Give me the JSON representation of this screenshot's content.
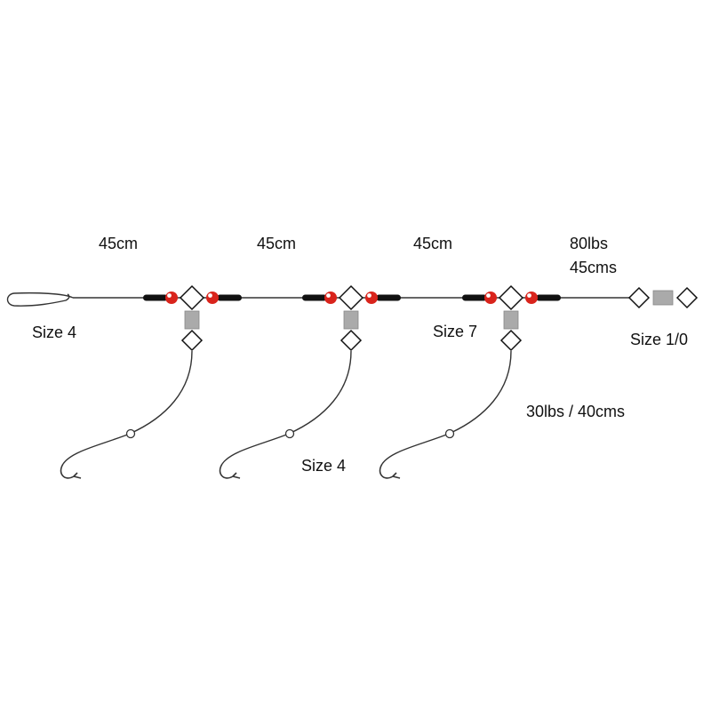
{
  "labels": {
    "dropper1_length": "45cm",
    "dropper2_length": "45cm",
    "dropper3_length": "45cm",
    "mainline_strength": "80lbs",
    "mainline_length": "45cms",
    "clip_size": "Size 4",
    "swivel_size": "Size 7",
    "end_swivel_size": "Size 1/0",
    "snood_spec": "30lbs / 40cms",
    "hook_size": "Size 4"
  },
  "colors": {
    "line": "#333333",
    "bead_red": "#d9241c",
    "bead_highlight": "#ffffff",
    "stop_black": "#111111",
    "crimp_gray": "#aaaaaa",
    "swivel_outline": "#111111",
    "swivel_fill": "#ffffff"
  }
}
